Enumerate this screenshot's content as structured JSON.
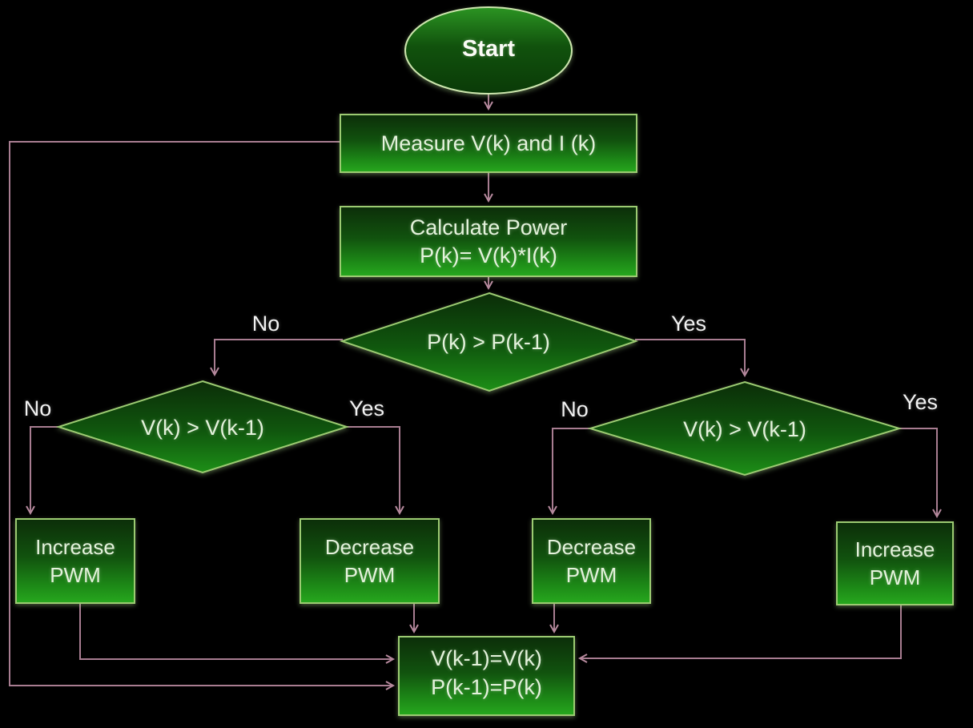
{
  "nodes": {
    "start": {
      "label": "Start"
    },
    "measure": {
      "label": "Measure V(k) and I (k)"
    },
    "calculate": {
      "line1": "Calculate Power",
      "line2": "P(k)= V(k)*I(k)"
    },
    "power_decision": {
      "label": "P(k) > P(k-1)"
    },
    "left_voltage_decision": {
      "label": "V(k) > V(k-1)"
    },
    "right_voltage_decision": {
      "label": "V(k) > V(k-1)"
    },
    "increase_pwm_left": {
      "line1": "Increase",
      "line2": "PWM"
    },
    "decrease_pwm_left": {
      "line1": "Decrease",
      "line2": "PWM"
    },
    "decrease_pwm_right": {
      "line1": "Decrease",
      "line2": "PWM"
    },
    "increase_pwm_right": {
      "line1": "Increase",
      "line2": "PWM"
    },
    "update": {
      "line1": "V(k-1)=V(k)",
      "line2": "P(k-1)=P(k)"
    }
  },
  "edge_labels": {
    "power_no": "No",
    "power_yes": "Yes",
    "left_no": "No",
    "left_yes": "Yes",
    "right_no": "No",
    "right_yes": "Yes"
  },
  "colors": {
    "background": "#000000",
    "node_fill_dark": "#0b2e09",
    "node_fill_bright": "#27a81e",
    "node_border": "#9ccb72",
    "ellipse_border": "#cde6ae",
    "arrow": "#a87d91",
    "node_text": "#e4f2dc",
    "label_text": "#f2f2f2"
  }
}
